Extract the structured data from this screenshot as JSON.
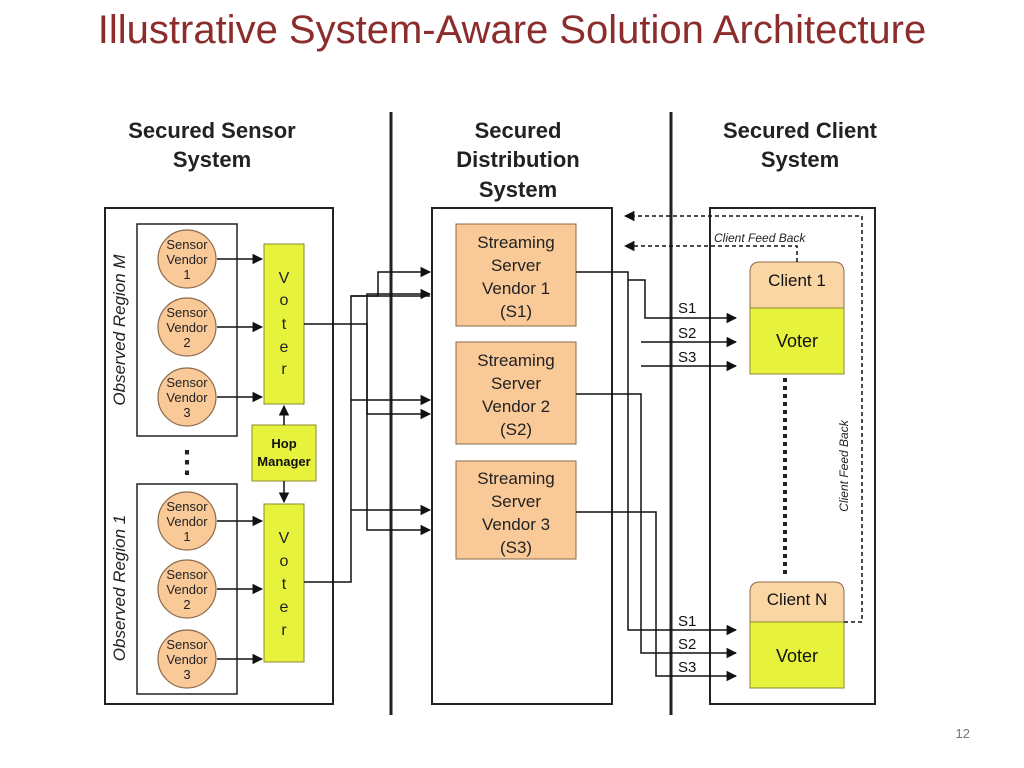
{
  "slide": {
    "title": "Illustrative System-Aware Solution Architecture",
    "page_number": "12"
  },
  "diagram": {
    "headers": {
      "sensor_line1": "Secured Sensor",
      "sensor_line2": "System",
      "dist_line1": "Secured",
      "dist_line2": "Distribution",
      "dist_line3": "System",
      "client_line1": "Secured Client",
      "client_line2": "System"
    },
    "regions": {
      "top": "Observed Region M",
      "bottom": "Observed Region 1"
    },
    "sensor": {
      "line1": "Sensor",
      "line2": "Vendor",
      "n1": "1",
      "n2": "2",
      "n3": "3"
    },
    "voter_letters": [
      "V",
      "o",
      "t",
      "e",
      "r"
    ],
    "ellipsis": "⋮",
    "hop_manager": {
      "line1": "Hop",
      "line2": "Manager"
    },
    "servers": [
      {
        "line1": "Streaming",
        "line2": "Server",
        "line3": "Vendor 1",
        "line4": "(S1)"
      },
      {
        "line1": "Streaming",
        "line2": "Server",
        "line3": "Vendor 2",
        "line4": "(S2)"
      },
      {
        "line1": "Streaming",
        "line2": "Server",
        "line3": "Vendor 3",
        "line4": "(S3)"
      }
    ],
    "streams": {
      "s1": "S1",
      "s2": "S2",
      "s3": "S3"
    },
    "clients": {
      "client1": "Client 1",
      "clientN": "Client N",
      "voter": "Voter"
    },
    "feedback_label": "Client Feed Back",
    "colors": {
      "title": "#8c2c2c",
      "sensor_fill": "#f9c998",
      "server_fill": "#f9c998",
      "voter_fill": "#e6f23c",
      "client_fill": "#fad6a5"
    }
  }
}
